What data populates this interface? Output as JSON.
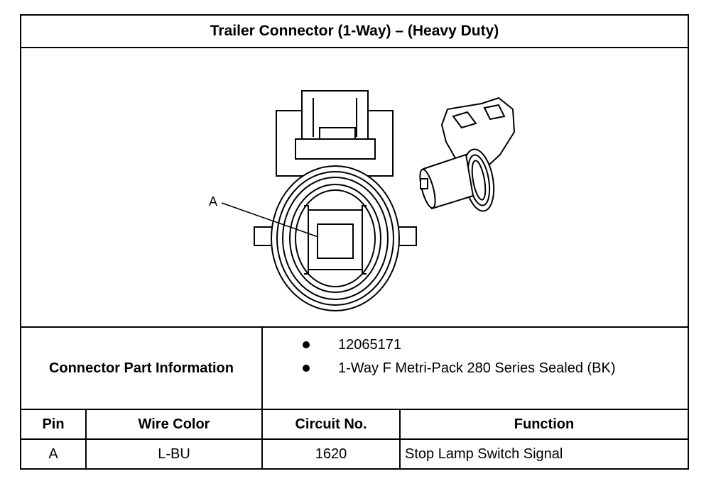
{
  "title": "Trailer Connector (1-Way) – (Heavy Duty)",
  "figure": {
    "callout_label": "A"
  },
  "connector_info": {
    "label": "Connector Part Information",
    "items": [
      "12065171",
      "1-Way F Metri-Pack 280 Series Sealed (BK)"
    ]
  },
  "table": {
    "headers": [
      "Pin",
      "Wire Color",
      "Circuit No.",
      "Function"
    ],
    "rows": [
      {
        "pin": "A",
        "wire_color": "L-BU",
        "circuit": "1620",
        "function": "Stop Lamp Switch Signal"
      }
    ]
  }
}
